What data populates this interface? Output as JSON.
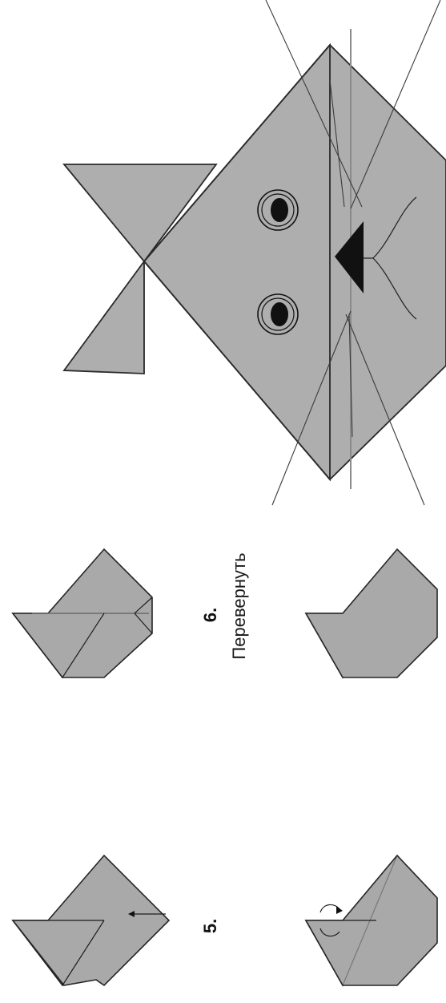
{
  "diagram": {
    "steps": [
      {
        "number": "5.",
        "caption": ""
      },
      {
        "number": "6.",
        "caption": "Перевернуть"
      }
    ],
    "colors": {
      "paper": "#a9a9a9",
      "outline": "#262626",
      "eye": "#111111",
      "nose": "#111111"
    },
    "icons": [
      "fold-arrow-icon",
      "flip-over-arrow-icon"
    ]
  }
}
